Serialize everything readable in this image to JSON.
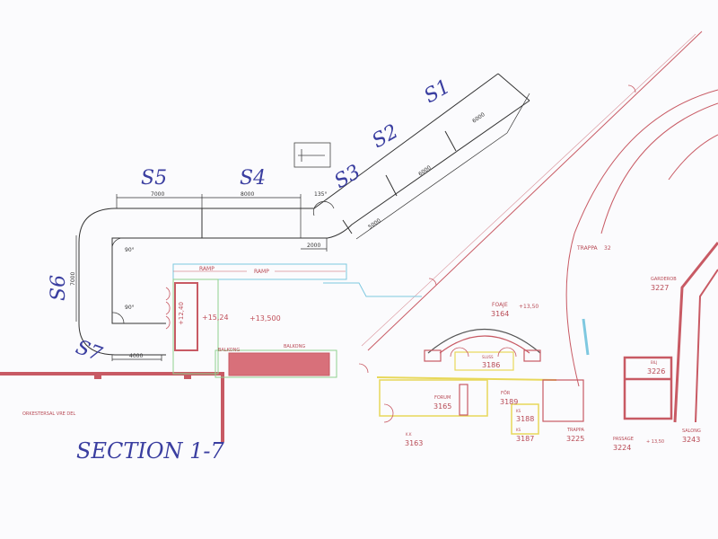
{
  "title": "SECTION 1-7",
  "sections": [
    "S1",
    "S2",
    "S3",
    "S4",
    "S5",
    "S6",
    "S7"
  ],
  "dimensions": {
    "s5": "7000",
    "s4": "8000",
    "offset": "2000",
    "s3": "5000",
    "s2": "6000",
    "s1": "6000",
    "s6": "7000",
    "s7": "4000",
    "angle_top": "135°",
    "angle_upper_left": "90°",
    "angle_lower_left": "90°"
  },
  "labels": {
    "ramp1": "RAMP",
    "ramp2": "RAMP",
    "stair_level": "+12,40",
    "level1": "+15,24",
    "level2": "+13,500",
    "balcony1": "BALKONG",
    "balcony2": "BALKONG",
    "orchestra": "ORKESTERSAL VRE DEL"
  },
  "rooms": [
    {
      "name": "FOAJE",
      "number": "3164",
      "level": "+13,50"
    },
    {
      "name": "SLUSS",
      "number": "3186"
    },
    {
      "name": "FORUM",
      "number": "3165"
    },
    {
      "name": "FÖR",
      "number": "3189"
    },
    {
      "name": "KS",
      "number": "3188"
    },
    {
      "name": "KS",
      "number": "3187"
    },
    {
      "name": "K.K",
      "number": "3163"
    },
    {
      "name": "TRAPPA",
      "number": "3225"
    },
    {
      "name": "TRAPPA",
      "number": "32"
    },
    {
      "name": "GARDEROB",
      "number": "3227"
    },
    {
      "name": "BILJ",
      "number": "3226"
    },
    {
      "name": "PASSAGE",
      "number": "3224",
      "level": "+ 13,50"
    },
    {
      "name": "SALONG",
      "number": "3243"
    }
  ],
  "colors": {
    "wall": "#c85a64",
    "line": "#333333",
    "blue_ink": "#3a3ea0",
    "yellow": "#e8d85a",
    "cyan": "#7ec8e0",
    "green": "#8fd08f"
  }
}
